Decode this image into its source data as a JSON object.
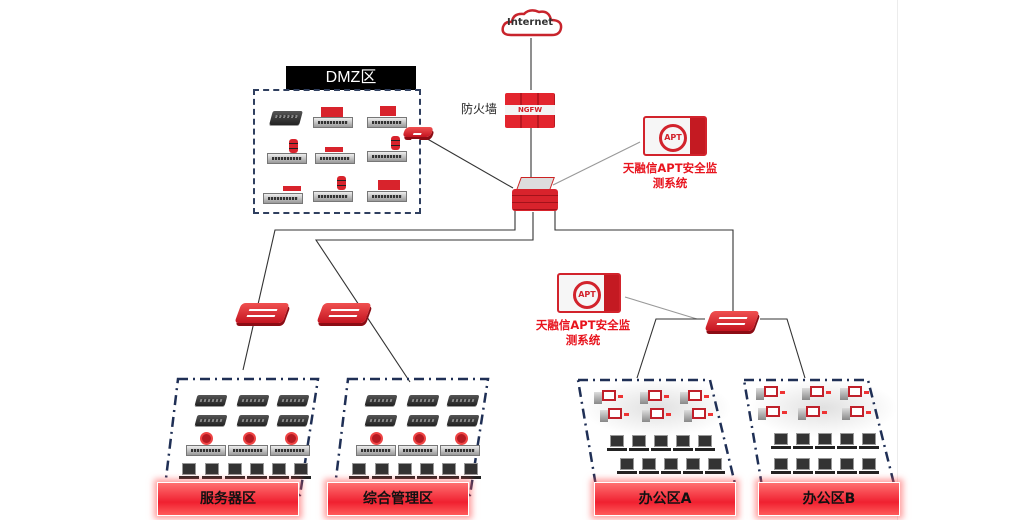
{
  "diagram": {
    "internet_label": "Internet",
    "firewall_label": "防火墙",
    "firewall_device_text": "NGFW",
    "dmz_title": "DMZ区",
    "apt_device_text": "APT",
    "apt_label_top": {
      "line1": "天融信APT安全监",
      "line2": "测系统"
    },
    "apt_label_mid": {
      "line1": "天融信APT安全监",
      "line2": "测系统"
    },
    "zones": [
      {
        "label": "服务器区"
      },
      {
        "label": "综合管理区"
      },
      {
        "label": "办公区A"
      },
      {
        "label": "办公区B"
      }
    ],
    "colors": {
      "accent": "#e8141e",
      "zone_border": "#1f2f55",
      "line": "#333333"
    }
  }
}
